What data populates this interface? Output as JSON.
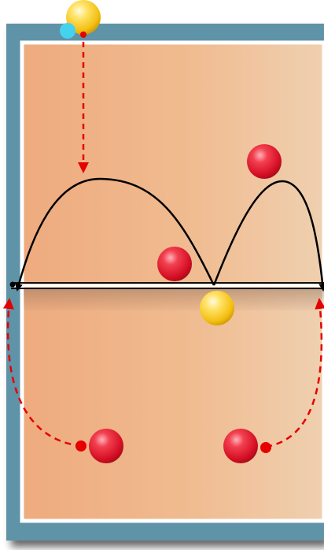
{
  "diagram": {
    "type": "volleyball-court-drill",
    "colors": {
      "court_border": "#5f93a8",
      "court_line": "#ffffff",
      "court_fill_left": "#eeab7e",
      "court_fill_right": "#efcfae",
      "net": "#111111",
      "trajectory": "#000000",
      "movement_arrow": "#e60000",
      "player_red": "#e0142a",
      "player_yellow": "#f6c91a",
      "marker_cyan": "#45d2ef"
    },
    "players": [
      {
        "id": "yellow-top",
        "color": "yellow",
        "side": "outside-top"
      },
      {
        "id": "red-top-right",
        "color": "red",
        "side": "top"
      },
      {
        "id": "red-center",
        "color": "red",
        "side": "top"
      },
      {
        "id": "yellow-center",
        "color": "yellow",
        "side": "at-net"
      },
      {
        "id": "red-bottom-left",
        "color": "red",
        "side": "bottom"
      },
      {
        "id": "red-bottom-right",
        "color": "red",
        "side": "bottom"
      }
    ],
    "trajectories": [
      {
        "id": "ball-arc-left",
        "style": "solid",
        "color": "black"
      },
      {
        "id": "ball-arc-right",
        "style": "solid",
        "color": "black"
      }
    ],
    "movements": [
      {
        "id": "yellow-run-down",
        "style": "dashed",
        "color": "red"
      },
      {
        "id": "red-left-run",
        "style": "dashed",
        "color": "red"
      },
      {
        "id": "red-right-run",
        "style": "dashed",
        "color": "red"
      }
    ]
  }
}
